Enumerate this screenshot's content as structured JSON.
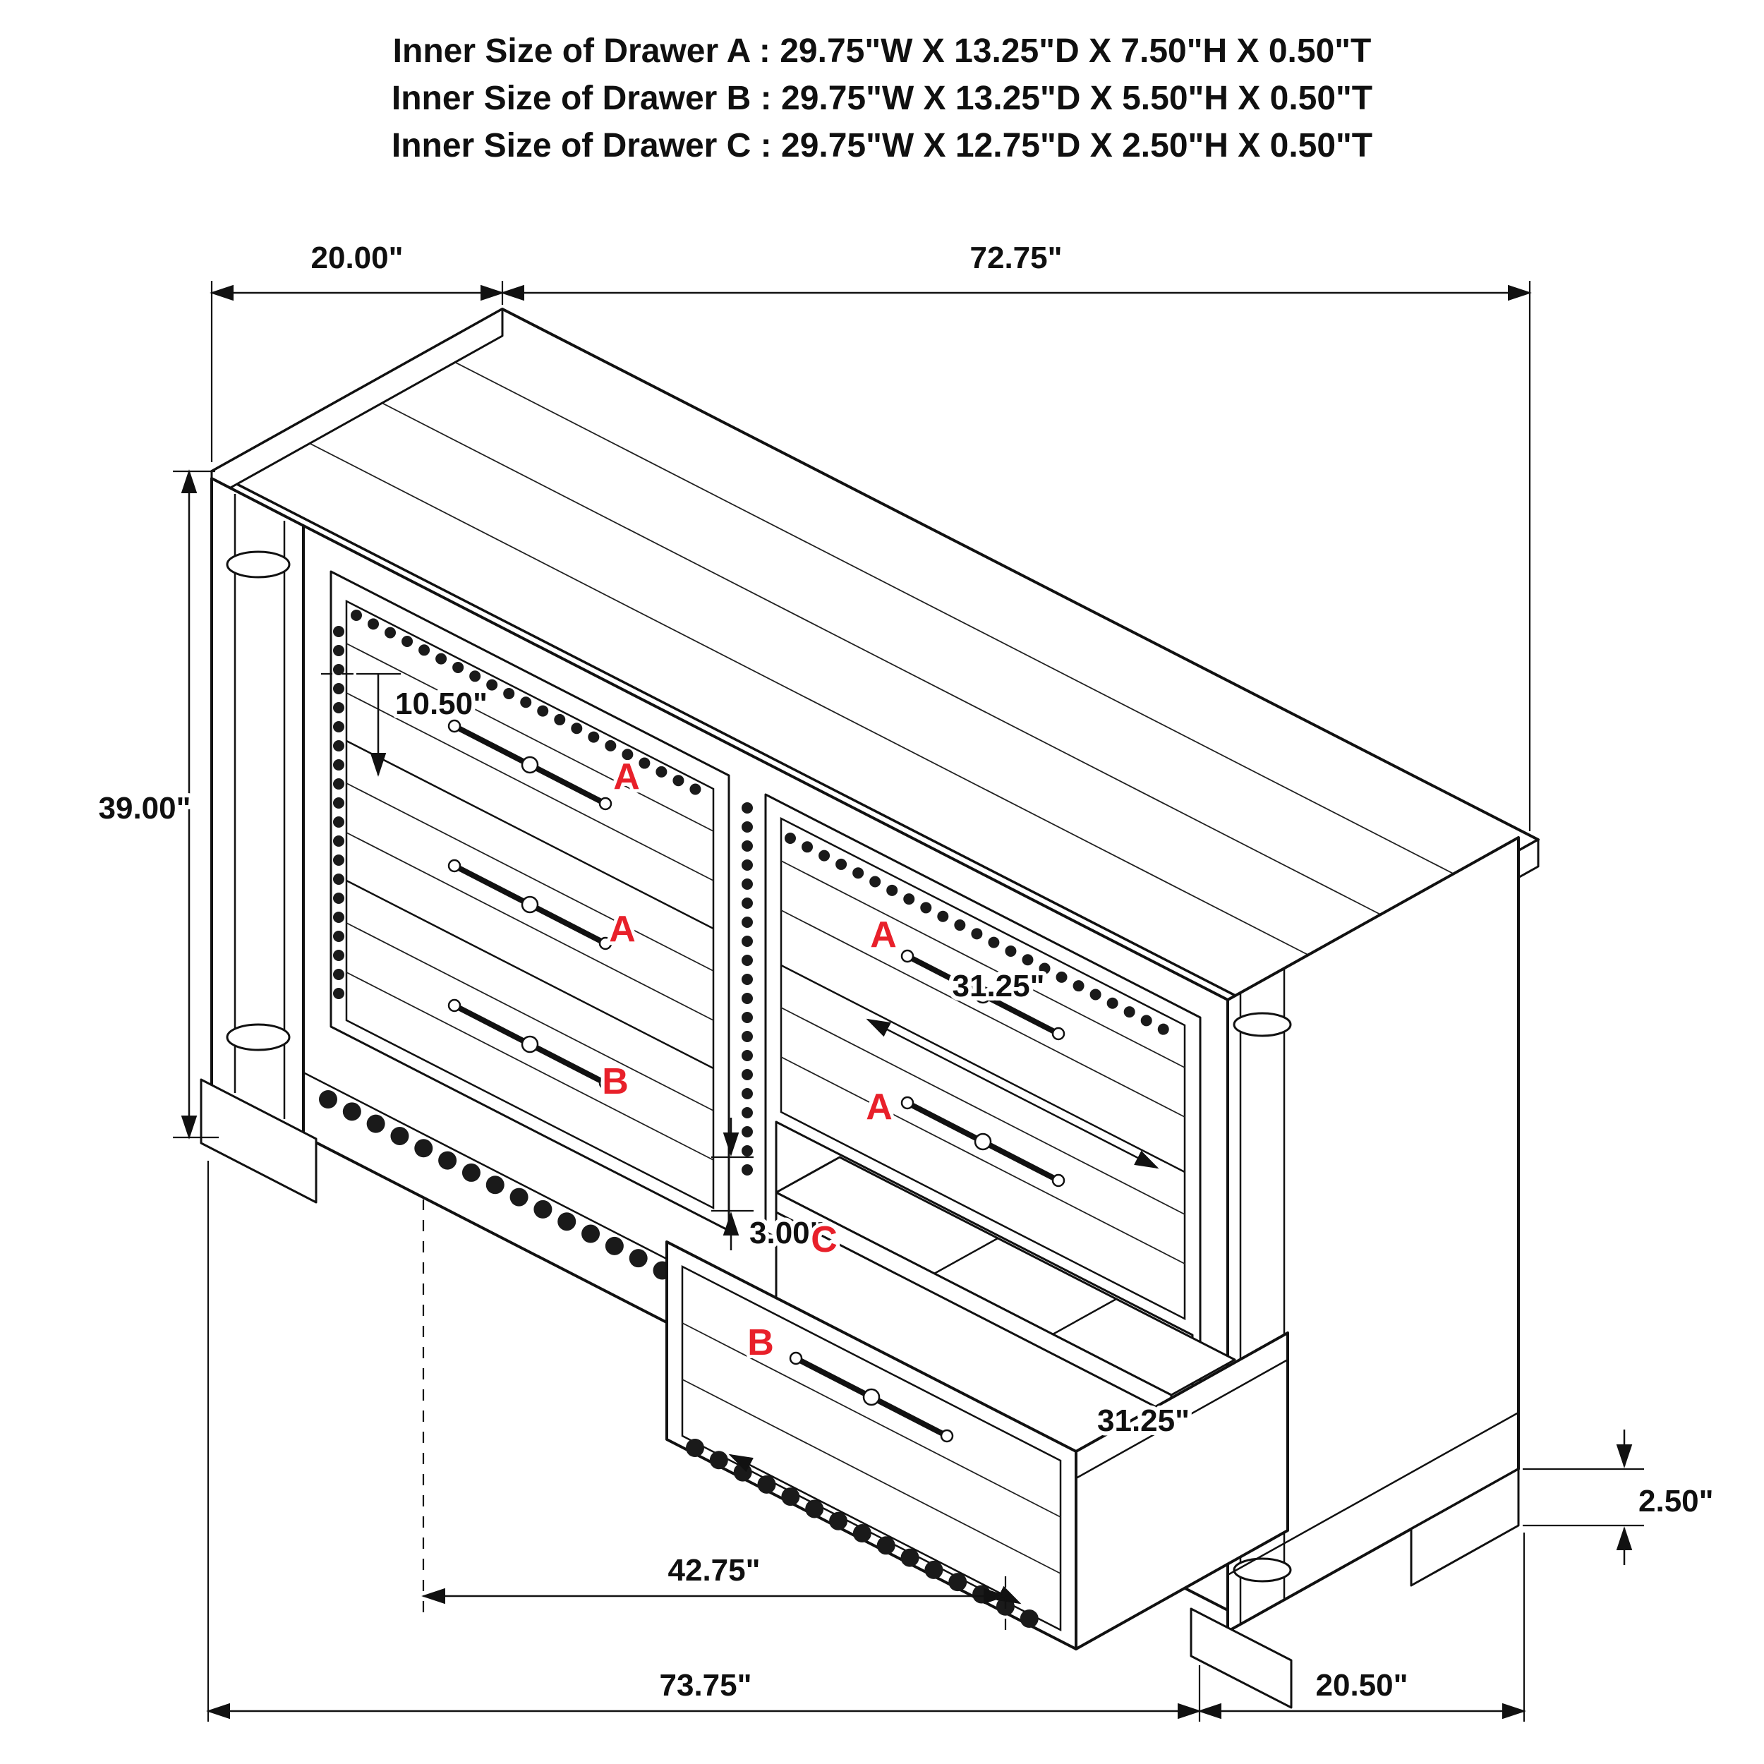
{
  "title_block": {
    "line1": "Inner Size of Drawer A : 29.75\"W X 13.25\"D X 7.50\"H X 0.50\"T",
    "line2": "Inner Size of Drawer B : 29.75\"W X 13.25\"D X 5.50\"H X 0.50\"T",
    "line3": "Inner Size of Drawer C : 29.75\"W X 12.75\"D X 2.50\"H X 0.50\"T"
  },
  "dimensions": {
    "top_depth": "20.00\"",
    "top_width": "72.75\"",
    "left_height": "39.00\"",
    "drawer_inner_drop": "10.50\"",
    "handle_span_upper": "31.25\"",
    "gap_height": "3.00\"",
    "handle_span_lower": "31.25\"",
    "base_height": "2.50\"",
    "bottom_opening_width": "42.75\"",
    "bottom_total_width": "73.75\"",
    "bottom_side_depth": "20.50\""
  },
  "drawer_labels": {
    "left_top": "A",
    "left_middle": "A",
    "left_bottom": "B",
    "right_top": "A",
    "right_middle": "A",
    "open_small": "C",
    "pulled_out": "B"
  },
  "colors": {
    "line": "#111111",
    "label_red": "#e8202a",
    "background": "#ffffff"
  }
}
